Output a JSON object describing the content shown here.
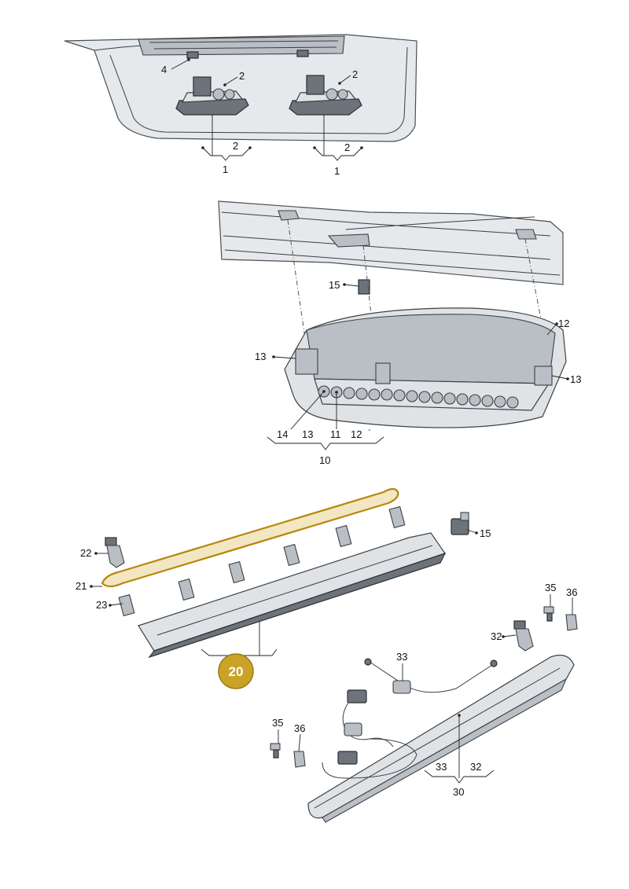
{
  "callouts": {
    "c4": "4",
    "c2a": "2",
    "c2b": "2",
    "c2c": "2",
    "c2d": "2",
    "c1a": "1",
    "c1b": "1",
    "c15a": "15",
    "c12a": "12",
    "c13a": "13",
    "c13b": "13",
    "c14": "14",
    "c13c": "13",
    "c11": "11",
    "c12b": "12",
    "c10": "10",
    "c22": "22",
    "c15b": "15",
    "c21": "21",
    "c23": "23",
    "c35a": "35",
    "c36a": "36",
    "c32a": "32",
    "c33a": "33",
    "c35b": "35",
    "c36b": "36",
    "c33b": "33",
    "c32b": "32",
    "c30": "30"
  },
  "highlight": {
    "label": "20",
    "color": "#c9a227",
    "outline_color": "#b8860b"
  },
  "colors": {
    "part_fill": "#dfe3e6",
    "line": "#3d4145"
  }
}
